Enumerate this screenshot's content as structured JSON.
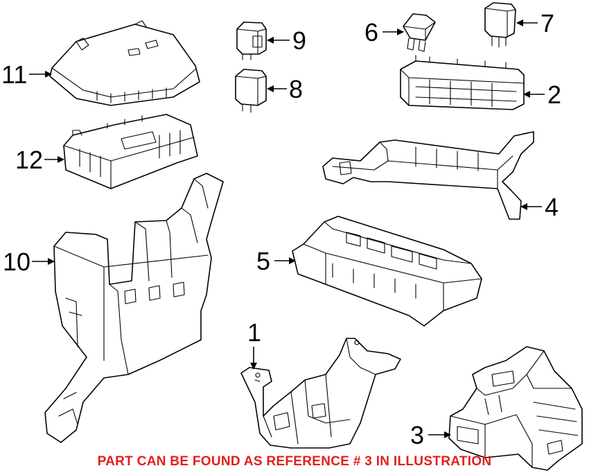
{
  "callouts": [
    "1",
    "2",
    "3",
    "4",
    "5",
    "6",
    "7",
    "8",
    "9",
    "10",
    "11",
    "12"
  ],
  "caption": {
    "text": "PART CAN BE FOUND AS REFERENCE # 3 IN ILLUSTRATION",
    "color": "#e0201b"
  },
  "colors": {
    "line": "#000000",
    "background": "#ffffff"
  }
}
